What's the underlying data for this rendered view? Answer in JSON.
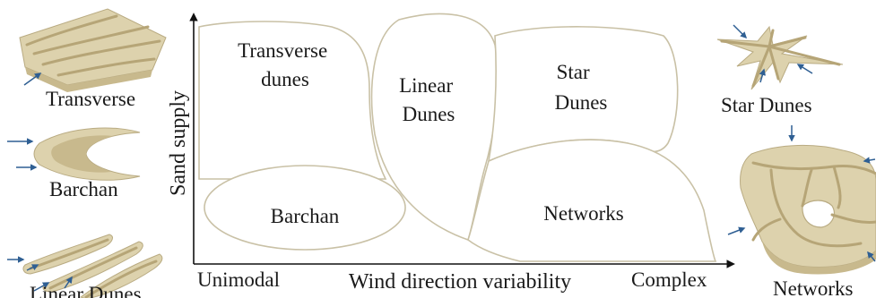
{
  "axes": {
    "x_label": "Wind direction variability",
    "x_min_label": "Unimodal",
    "x_max_label": "Complex",
    "y_label": "Sand supply"
  },
  "regions": {
    "transverse": "Transverse\ndunes",
    "linear": "Linear\nDunes",
    "star": "Star\nDunes",
    "barchan": "Barchan",
    "networks": "Networks"
  },
  "examples": {
    "transverse": "Transverse",
    "barchan": "Barchan",
    "linear": "Linear Dunes",
    "star": "Star Dunes",
    "networks": "Networks"
  },
  "colors": {
    "dune_fill": "#ddd2ad",
    "dune_crest": "#b6a577",
    "region_outline": "#c9c1a6",
    "wind_arrow": "#2f5f93"
  }
}
